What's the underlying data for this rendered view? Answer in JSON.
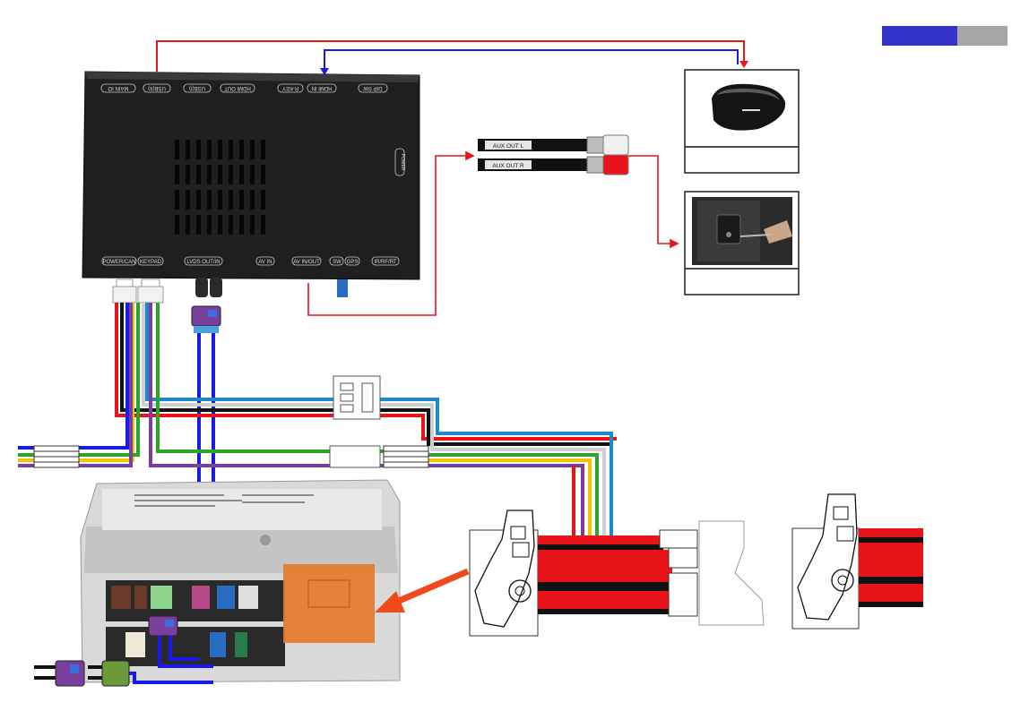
{
  "colors": {
    "accent_blue": "#3333cc",
    "tab_gray": "#a6a6a6",
    "wire_red": "#e8141a",
    "wire_blue": "#1a1ae8",
    "wire_black": "#111111",
    "wire_yellow": "#f5c400",
    "wire_green": "#2aa52a",
    "wire_purple": "#7a3e9c",
    "wire_lightblue": "#1e88c8",
    "interface_body": "#1f1f1f",
    "arrow_orange": "#f04a1a"
  },
  "interface": {
    "top_ports": [
      "MAIN IO",
      "USB(II)",
      "USB(I)",
      "HDMI OUT",
      "R-KEY",
      "HDMI IN",
      "DIP SW"
    ],
    "side_port": "POWER",
    "bottom_ports": [
      "POWER/CAN",
      "KEYPAD",
      "LVDS OUT/IN",
      "AV IN",
      "AV IN/OUT",
      "SW",
      "GPS",
      "IR/RF/RT"
    ]
  },
  "aux_cables": {
    "left_label": "AUX OUT L",
    "right_label": "AUX OUT R"
  },
  "icons": {
    "bluetooth_receiver": "bluetooth-receiver-photo",
    "aux_jack": "aux-jack-photo",
    "head_unit": "head-unit-photo",
    "connector_clip": "connector-clip-icon"
  }
}
